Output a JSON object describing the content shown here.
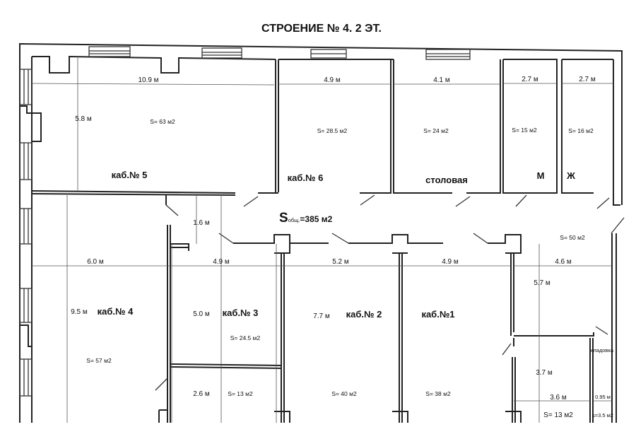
{
  "title": "СТРОЕНИЕ № 4.  2 ЭТ.",
  "total_area": {
    "symbol": "S",
    "subscript": "общ.",
    "value": "=385 м2"
  },
  "corridor": {
    "width": "1.6 м"
  },
  "rooms": {
    "room5": {
      "name": "каб.№ 5",
      "width": "10.9 м",
      "depth": "5.8 м",
      "area": "S= 63 м2"
    },
    "room6": {
      "name": "каб.№ 6",
      "width": "4.9 м",
      "area": "S= 28.5 м2"
    },
    "dining": {
      "name": "столовая",
      "width": "4.1 м",
      "area": "S= 24 м2"
    },
    "wc_m": {
      "name": "М",
      "width": "2.7 м",
      "area": "S= 15 м2"
    },
    "wc_w": {
      "name": "Ж",
      "width": "2.7 м",
      "area": "S= 16 м2"
    },
    "hall": {
      "width": "4.6 м",
      "depth": "5.7 м",
      "area": "S= 50 м2"
    },
    "room4": {
      "name": "каб.№ 4",
      "width": "6.0 м",
      "depth": "9.5 м",
      "area": "S= 57 м2"
    },
    "room3": {
      "name": "каб.№ 3",
      "width": "4.9 м",
      "depth": "5.0 м",
      "area": "S= 24.5 м2"
    },
    "room3b": {
      "depth": "2.6 м",
      "area": "S= 13 м2"
    },
    "room2": {
      "name": "каб.№ 2",
      "width": "5.2 м",
      "depth": "7.7 м",
      "area": "S= 40 м2"
    },
    "room1": {
      "name": "каб.№1",
      "width": "4.9 м",
      "area": "S= 38 м2"
    },
    "small_room": {
      "width": "3.6 м",
      "depth": "3.7 м",
      "area": "S= 13 м2"
    },
    "storage": {
      "name": "кладовка",
      "width": "0.95 м",
      "area": "s=3.5 м2"
    }
  }
}
